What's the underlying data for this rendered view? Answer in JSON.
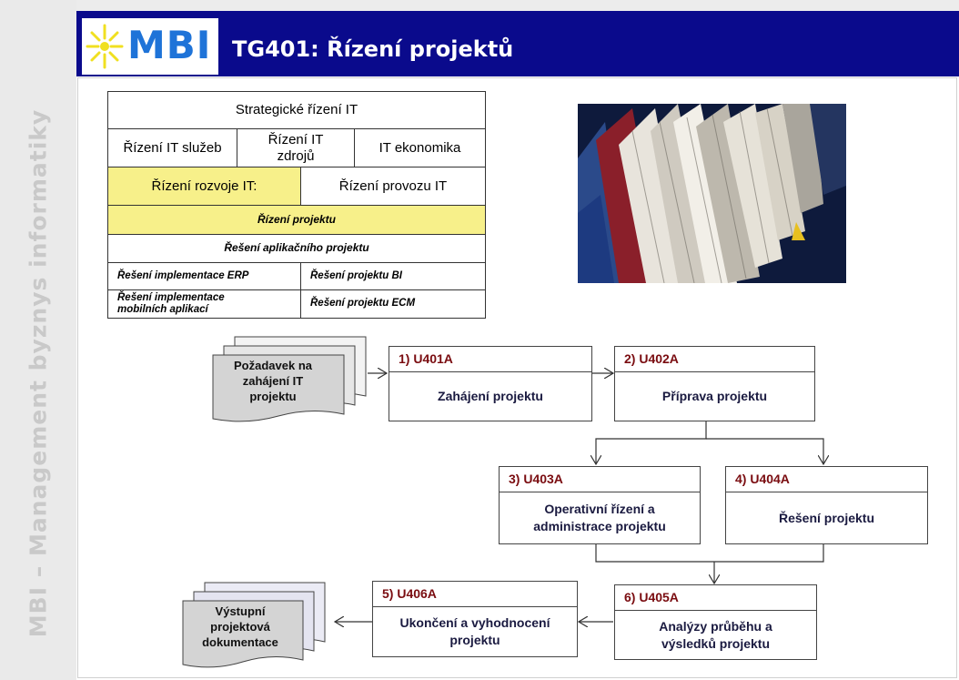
{
  "sidebar_text": "MBI – Management byznys informatiky",
  "logo": {
    "text": "MBI"
  },
  "title": "TG401: Řízení projektů",
  "layers": {
    "strategic": "Strategické řízení IT",
    "services": "Řízení IT služeb",
    "resources": "Řízení IT zdrojů",
    "economics": "IT ekonomika",
    "development": "Řízení rozvoje IT:",
    "operations": "Řízení provozu IT",
    "project_mgmt": "Řízení projektu",
    "app_project": "Řešení aplikačního projektu",
    "erp": "Řešení implementace ERP",
    "bi": "Řešení projektu BI",
    "mobile": "Řešení implementace mobilních aplikací",
    "ecm": "Řešení projektu ECM"
  },
  "colors": {
    "header": "#0a0a8c",
    "highlight": "#f7f08a",
    "process_code": "#7a0c10"
  },
  "input_doc": "Požadavek na zahájení IT projektu",
  "output_doc": "Výstupní projektová dokumentace",
  "processes": [
    {
      "code": "1)  U401A",
      "name": "Zahájení projektu"
    },
    {
      "code": "2)  U402A",
      "name": "Příprava projektu"
    },
    {
      "code": "3)  U403A",
      "name": "Operativní řízení a administrace projektu"
    },
    {
      "code": "4)  U404A",
      "name": "Řešení projektu"
    },
    {
      "code": "5)  U406A",
      "name": "Ukončení a vyhodnocení projektu"
    },
    {
      "code": "6)  U405A",
      "name": "Analýzy průběhu a výsledků projektu"
    }
  ]
}
